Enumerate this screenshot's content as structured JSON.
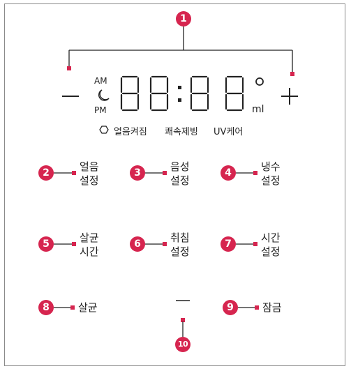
{
  "colors": {
    "accent": "#d6254f",
    "line": "#222222",
    "frame": "#8a8a8a"
  },
  "callout_numbers": [
    "1",
    "2",
    "3",
    "4",
    "5",
    "6",
    "7",
    "8",
    "9",
    "10"
  ],
  "display": {
    "am_label": "AM",
    "pm_label": "PM",
    "moon_icon": "crescent-moon",
    "digits": "88:88",
    "degree_symbol": "°",
    "unit": "ml",
    "minus_symbol": "—",
    "plus_symbol": "+",
    "indicators": {
      "hex_icon": "○",
      "ice_on": "얼음켜짐",
      "rapid_ice": "쾌속제빙",
      "uv_care": "UV케어"
    }
  },
  "buttons": {
    "ice_setting": [
      "얼음",
      "설정"
    ],
    "voice_setting": [
      "음성",
      "설정"
    ],
    "cold_setting": [
      "냉수",
      "설정"
    ],
    "sterilize_time": [
      "살균",
      "시간"
    ],
    "bedtime_setting": [
      "취침",
      "설정"
    ],
    "time_setting": [
      "시간",
      "설정"
    ],
    "sterilize": "살균",
    "lock": "잠금",
    "dash": "—"
  }
}
